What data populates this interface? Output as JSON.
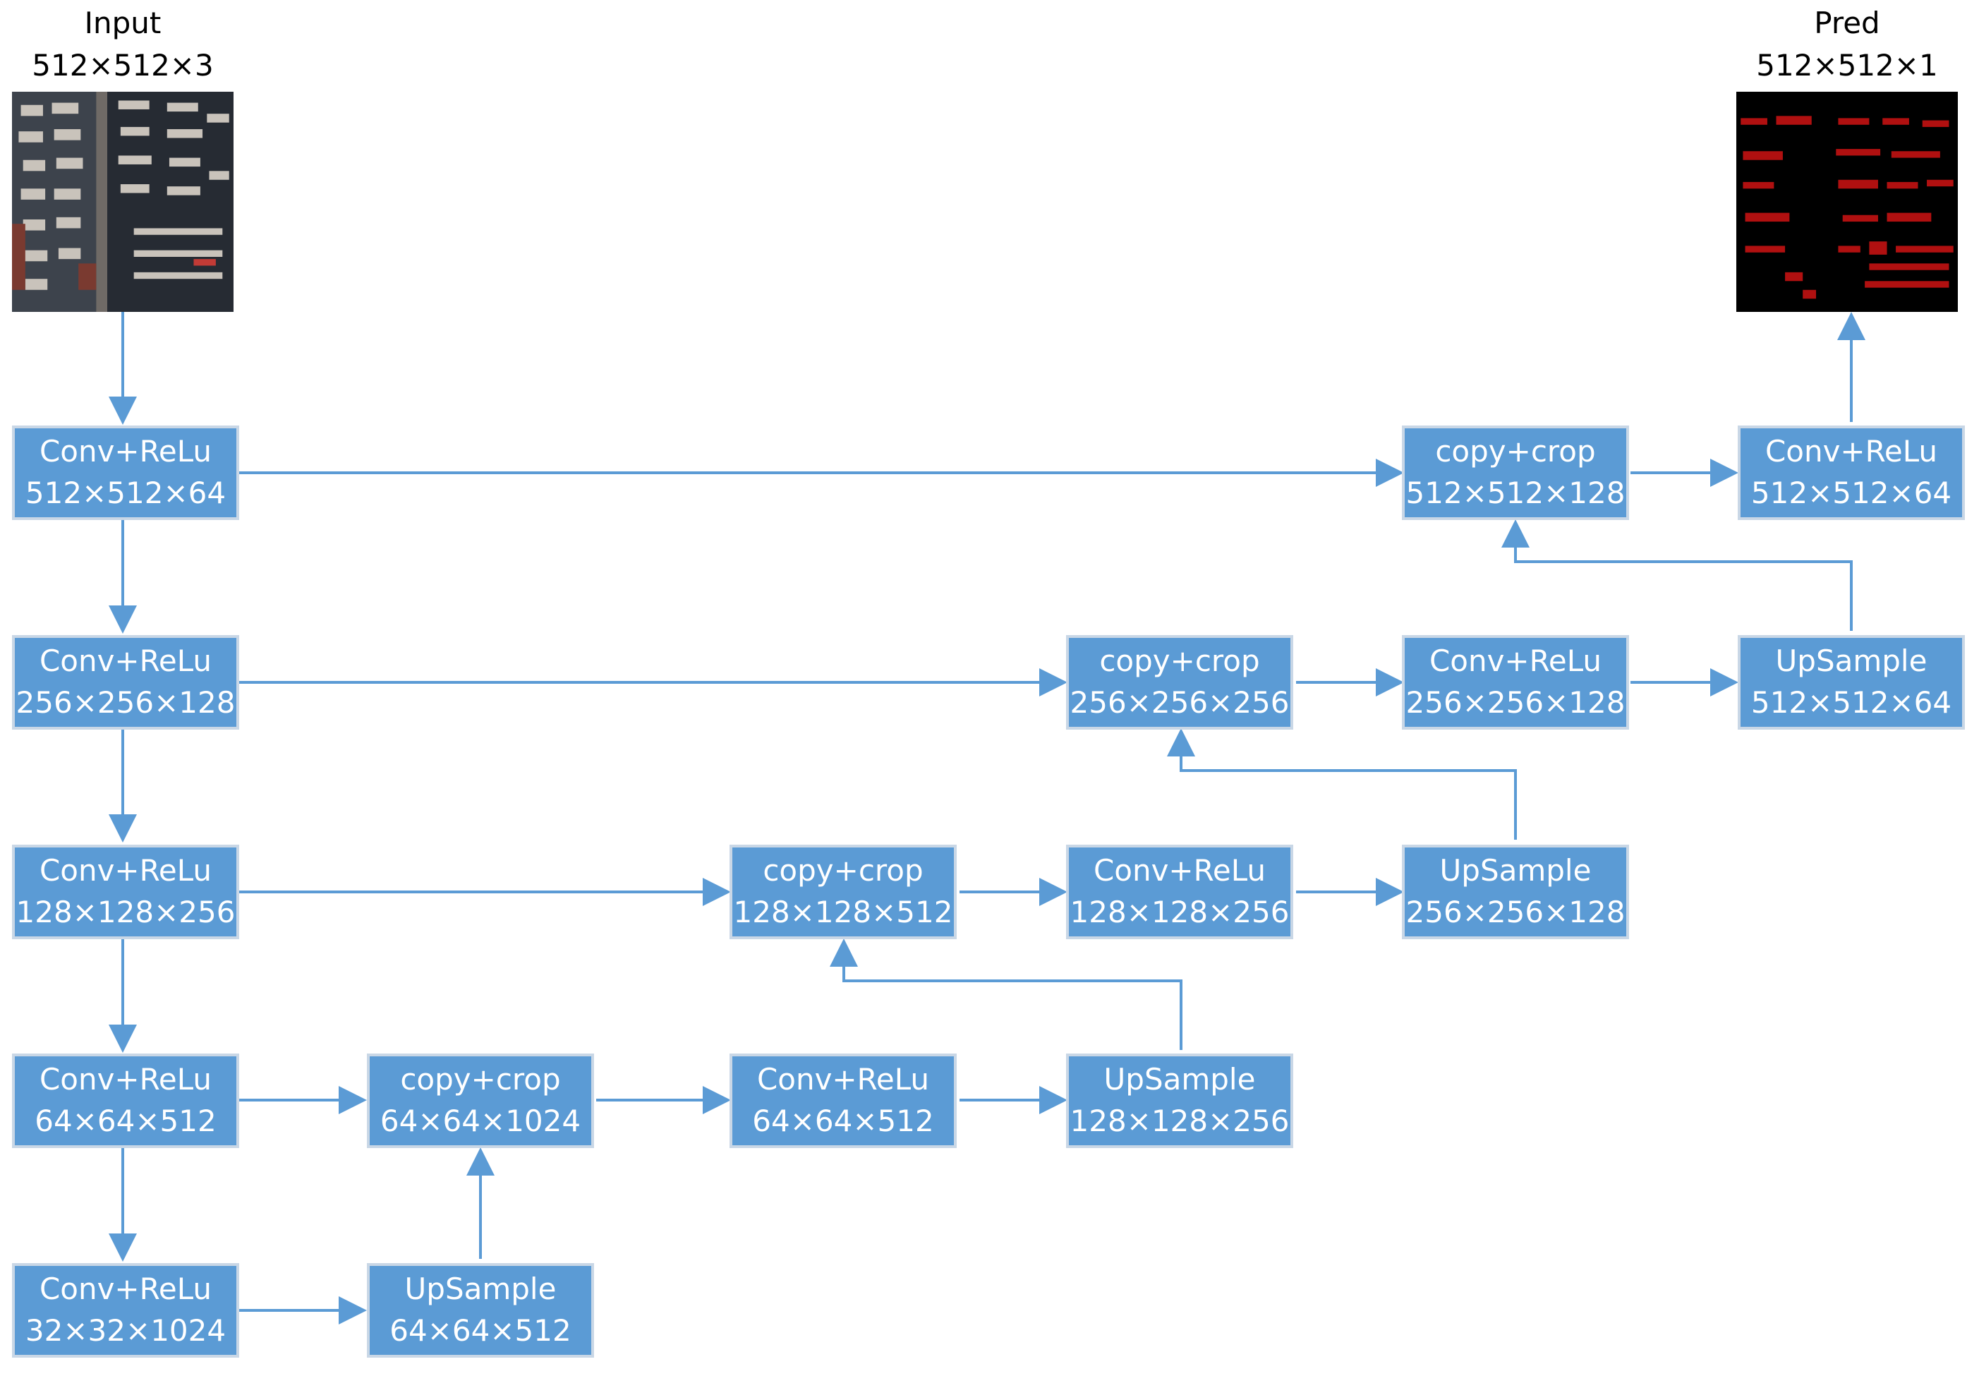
{
  "input": {
    "title": "Input",
    "size": "512×512×3"
  },
  "pred": {
    "title": "Pred",
    "size": "512×512×1"
  },
  "colors": {
    "box_fill": "#5b9bd5",
    "box_border": "#c9d7e6",
    "arrow": "#5b9bd5",
    "mask_building": "#b01010",
    "mask_background": "#000000"
  },
  "nodes": {
    "enc1": {
      "op": "Conv+ReLu",
      "shape": "512×512×64"
    },
    "enc2": {
      "op": "Conv+ReLu",
      "shape": "256×256×128"
    },
    "enc3": {
      "op": "Conv+ReLu",
      "shape": "128×128×256"
    },
    "enc4": {
      "op": "Conv+ReLu",
      "shape": "64×64×512"
    },
    "enc5": {
      "op": "Conv+ReLu",
      "shape": "32×32×1024"
    },
    "up4": {
      "op": "UpSample",
      "shape": "64×64×512"
    },
    "cat4": {
      "op": "copy+crop",
      "shape": "64×64×1024"
    },
    "dec4": {
      "op": "Conv+ReLu",
      "shape": "64×64×512"
    },
    "up3": {
      "op": "UpSample",
      "shape": "128×128×256"
    },
    "cat3": {
      "op": "copy+crop",
      "shape": "128×128×512"
    },
    "dec3": {
      "op": "Conv+ReLu",
      "shape": "128×128×256"
    },
    "up2": {
      "op": "UpSample",
      "shape": "256×256×128"
    },
    "cat2": {
      "op": "copy+crop",
      "shape": "256×256×256"
    },
    "dec2": {
      "op": "Conv+ReLu",
      "shape": "256×256×128"
    },
    "up1": {
      "op": "UpSample",
      "shape": "512×512×64"
    },
    "cat1": {
      "op": "copy+crop",
      "shape": "512×512×128"
    },
    "dec1": {
      "op": "Conv+ReLu",
      "shape": "512×512×64"
    }
  }
}
